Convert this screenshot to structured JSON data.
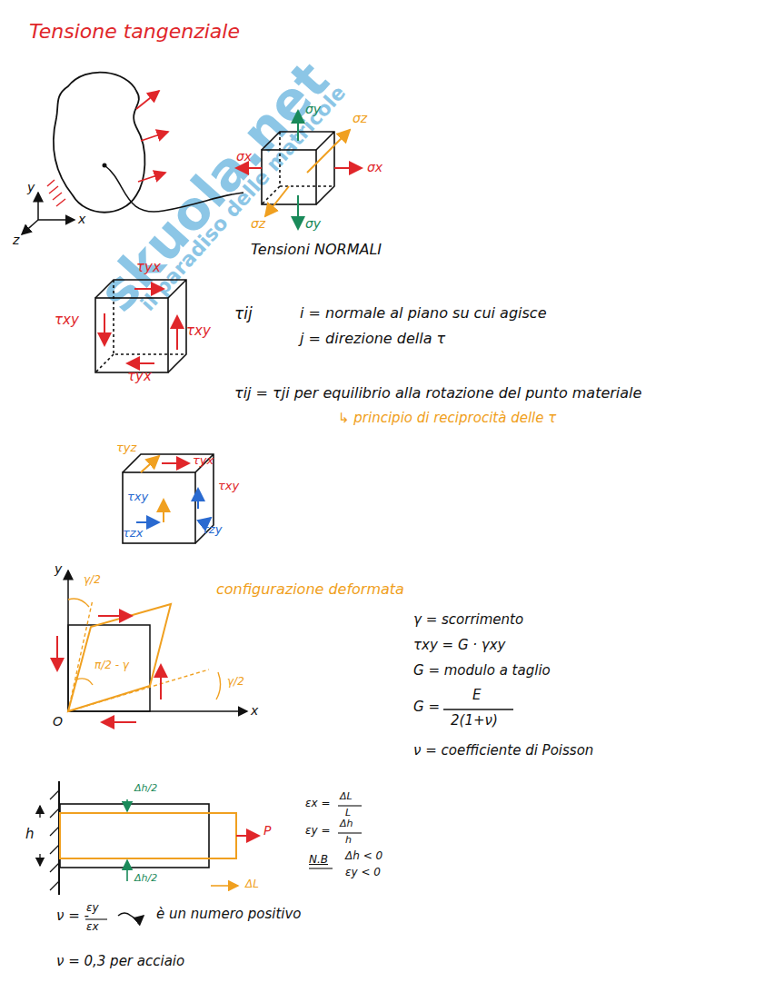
{
  "diagram": {
    "title": "Tensione tangenziale",
    "labels": [
      "y",
      "x",
      "z",
      "σy",
      "σz",
      "σx",
      "σx",
      "σz",
      "σy",
      "Tensioni NORMALI",
      "τyx",
      "τxy",
      "τxy",
      "τyx",
      "τij",
      "i = normale al piano su cui agisce",
      "j = direzione della τ",
      "τij = τji per equilibrio alla rotazione del punto materiale",
      "↳ principio di reciprocità delle τ",
      "τyx",
      "τyz",
      "τxy",
      "τzx",
      "τzy",
      "τxy",
      "y",
      "x",
      "O",
      "γ/2",
      "π/2 - γ",
      "γ/2",
      "configurazione deformata",
      "γ = scorrimento",
      "τxy = G · γxy",
      "G = modulo a taglio",
      "G =",
      "E",
      "2(1+ν)",
      "ν = coefficiente di Poisson",
      "h",
      "Δh/2",
      "Δh/2",
      "P",
      "ΔL",
      "εx =",
      "ΔL",
      "L",
      "εy =",
      "Δh",
      "h",
      "N.B",
      "Δh < 0",
      "εy < 0",
      "ν = -",
      "εy",
      "εx",
      "è un numero positivo",
      "ν = 0,3 per acciaio",
      "skuola.net",
      "il paradiso delle matricole"
    ]
  }
}
